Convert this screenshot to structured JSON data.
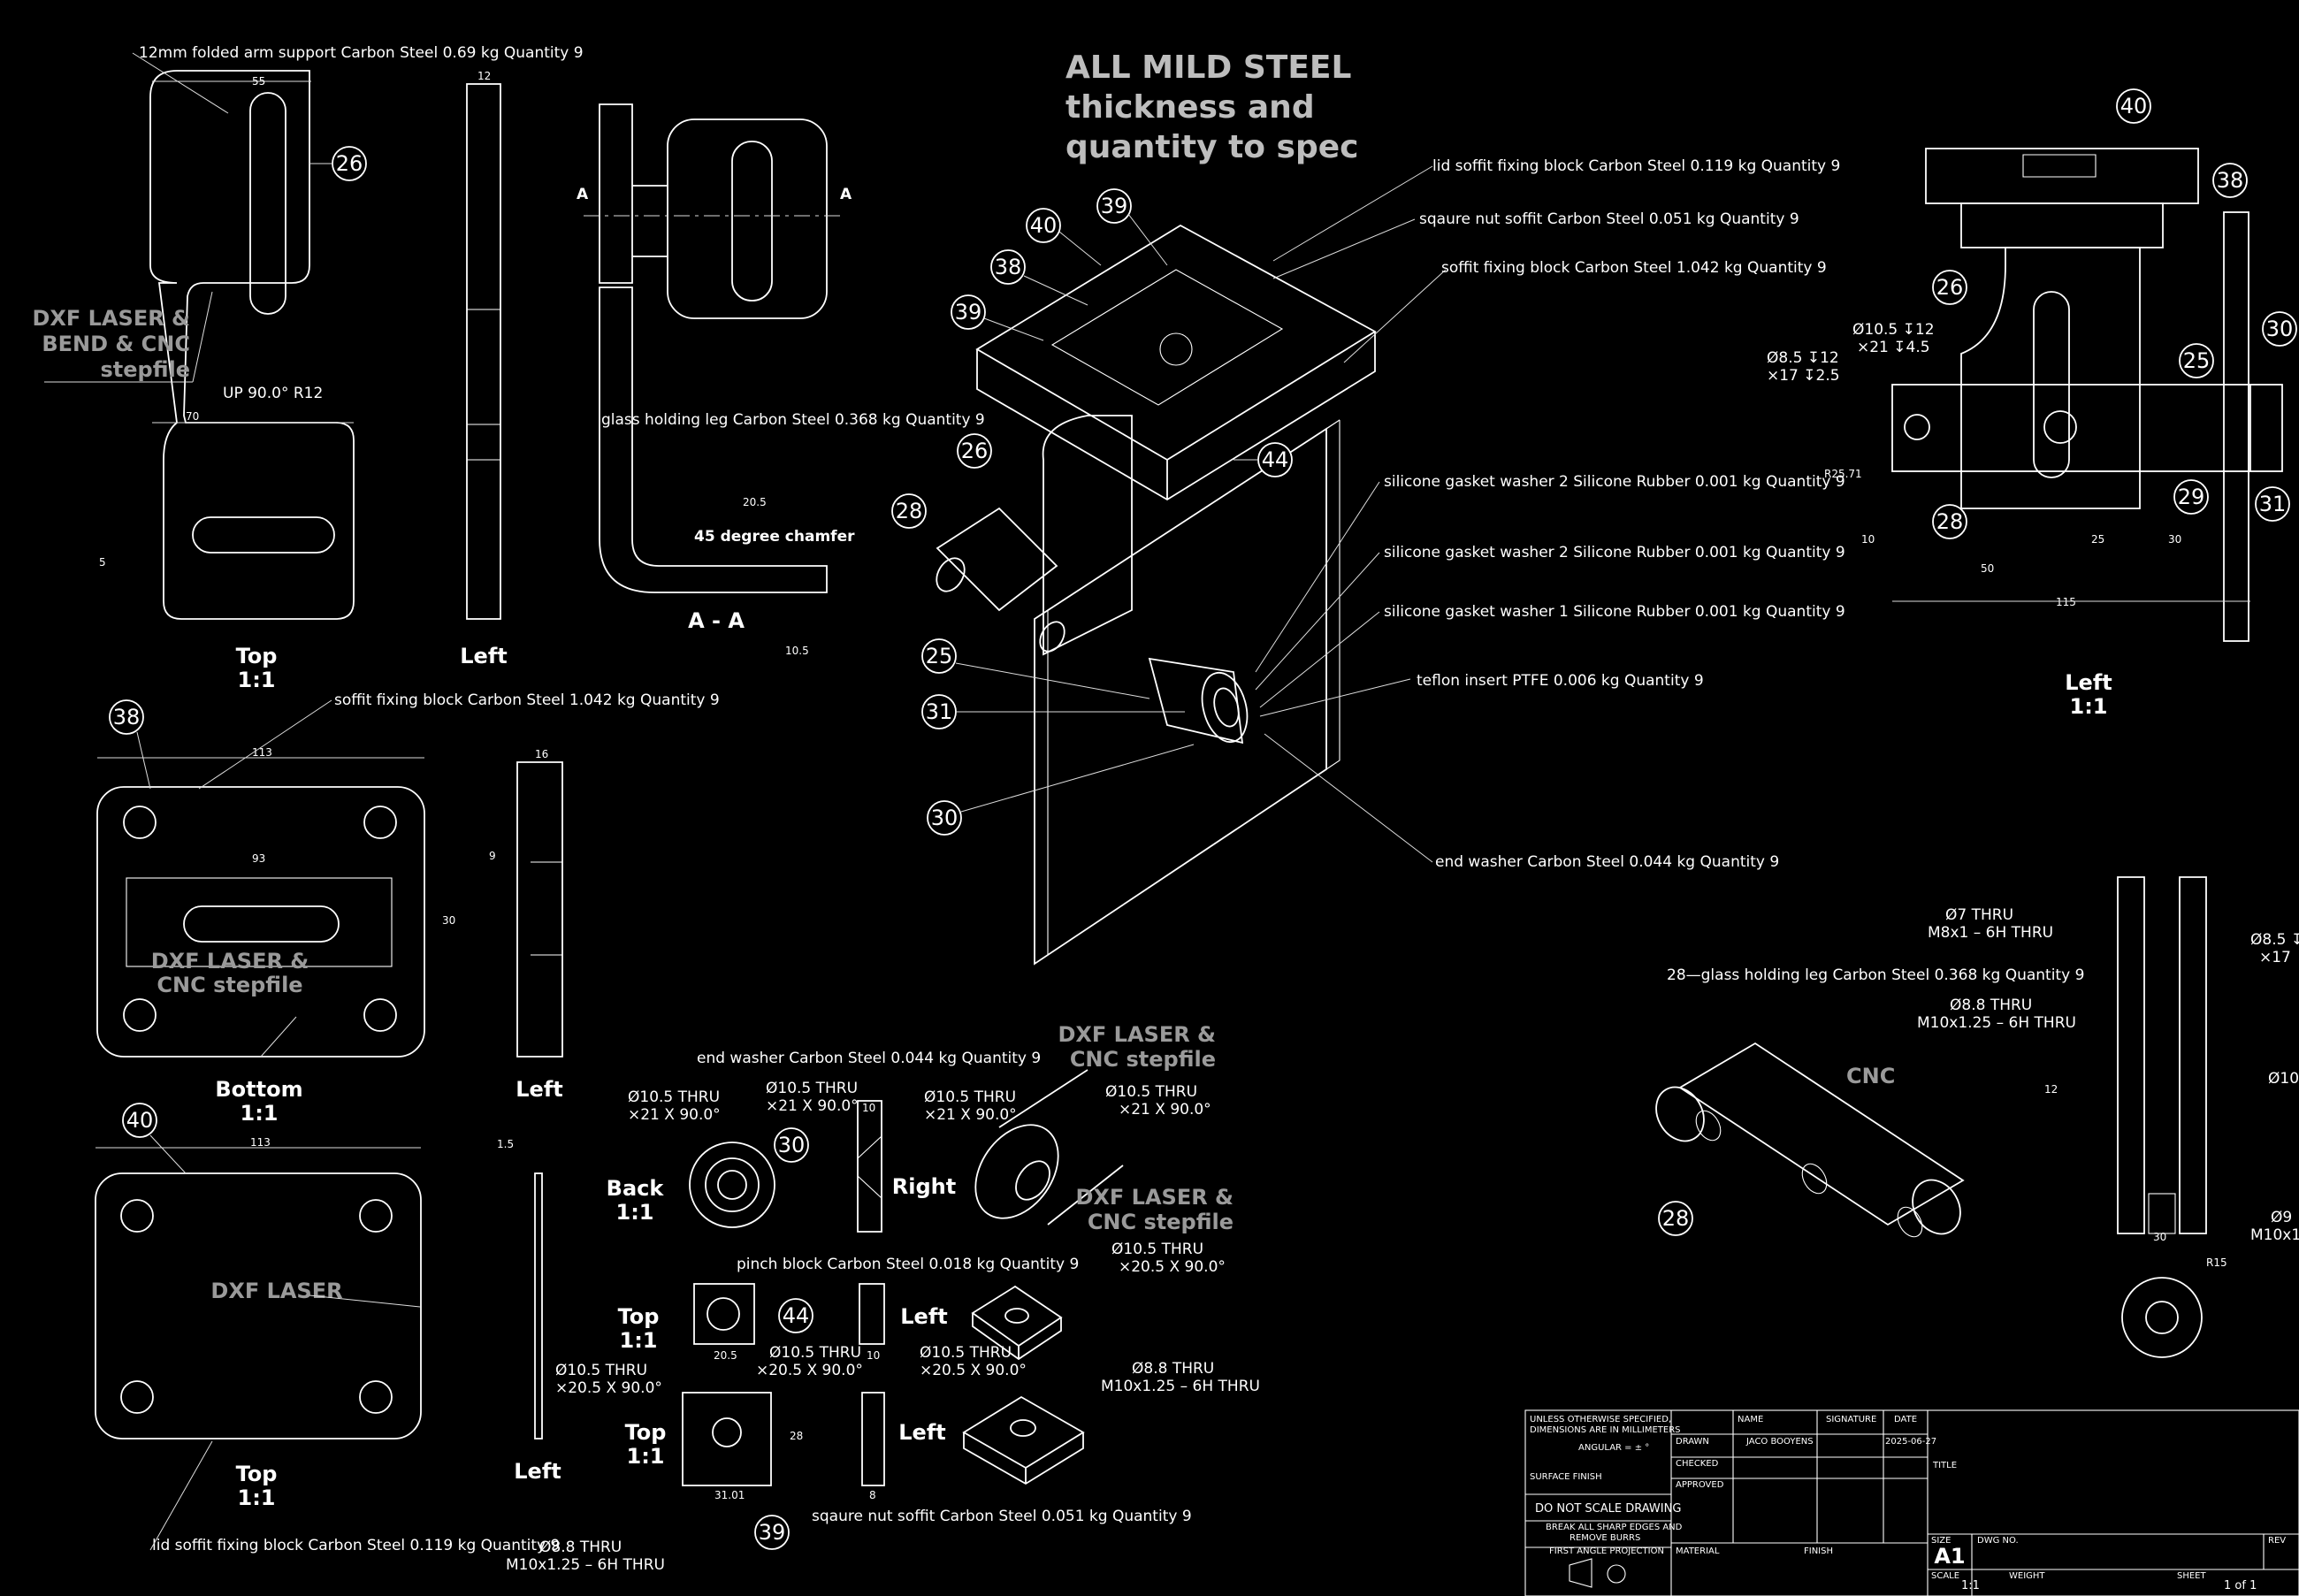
{
  "note": {
    "line1": "ALL MILD STEEL",
    "line2": "thickness and",
    "line3": "quantity to spec"
  },
  "parts": {
    "folded_arm": "12mm folded arm support  Carbon Steel  0.69 kg  Quantity 9",
    "glass_leg": "glass holding leg  Carbon Steel  0.368 kg  Quantity 9",
    "lid_block": "lid soffit fixing block  Carbon Steel  0.119 kg  Quantity 9",
    "square_nut": "sqaure nut soffit  Carbon Steel  0.051 kg  Quantity 9",
    "soffit_block": "soffit fixing block  Carbon Steel  1.042 kg  Quantity 9",
    "gasket2a": "silicone gasket washer 2  Silicone Rubber  0.001 kg  Quantity 9",
    "gasket2b": "silicone gasket washer 2  Silicone Rubber  0.001 kg  Quantity 9",
    "gasket1": "silicone gasket washer 1  Silicone Rubber  0.001 kg  Quantity 9",
    "teflon": "teflon insert  PTFE  0.006 kg  Quantity 9",
    "end_washer": "end washer  Carbon Steel  0.044 kg  Quantity 9",
    "pinch_block": "pinch block  Carbon Steel  0.018 kg  Quantity 9",
    "glass_leg_28": "28—glass holding leg  Carbon Steel  0.368 kg  Quantity 9"
  },
  "process": {
    "laser_bend": [
      "DXF LASER &",
      "BEND & CNC",
      "stepfile"
    ],
    "laser_cnc": [
      "DXF LASER &",
      "CNC stepfile"
    ],
    "laser": "DXF LASER",
    "cnc": "CNC"
  },
  "views": {
    "top": "Top",
    "left": "Left",
    "right": "Right",
    "back": "Back",
    "bottom": "Bottom",
    "section": "A - A",
    "scale": "1:1",
    "section_letter": "A"
  },
  "balloons": [
    "26",
    "38",
    "39",
    "40",
    "44",
    "28",
    "25",
    "31",
    "30",
    "29"
  ],
  "dims": {
    "d55": "55",
    "d12": "12",
    "d70": "70",
    "d5": "5",
    "bend": "UP 90.0° R12",
    "d20_5": "20.5",
    "d10_5": "10.5",
    "chamfer": "45 degree chamfer",
    "d113": "113",
    "d93": "93",
    "d30": "30",
    "d16": "16",
    "d9": "9",
    "d1_5": "1.5",
    "d10": "10",
    "d31_01": "31.01",
    "d28": "28",
    "d8": "8",
    "d50": "50",
    "d25": "25",
    "d115": "115",
    "r25": "R25.71",
    "r15": "R15",
    "h10_5_thru": "Ø10.5 THRU",
    "cs21": "×21 X 90.0°",
    "cs20": "×20.5 X 90.0°",
    "h8_8_thru": "Ø8.8 THRU",
    "m10": "M10x1.25 – 6H THRU",
    "h7_thru": "Ø7 THRU",
    "m8": "M8x1 – 6H THRU",
    "h10_5_12": "Ø10.5 ↧12",
    "cb21": "×21 ↧4.5",
    "h8_5_12": "Ø8.5 ↧12",
    "cb17": "×17 ↧2.5",
    "h8_5": "Ø8.5 ↧",
    "cb17b": "×17",
    "h10": "Ø10",
    "h9": "Ø9",
    "m10b": "M10x1."
  },
  "title_block": {
    "general": "UNLESS OTHERWISE SPECIFIED,",
    "general2": "DIMENSIONS ARE IN MILLIMETERS",
    "angular": "ANGULAR = ± °",
    "surface": "SURFACE FINISH",
    "no_scale": "DO NOT SCALE DRAWING",
    "edges": "BREAK ALL SHARP EDGES AND",
    "edges2": "REMOVE BURRS",
    "projection": "FIRST ANGLE PROJECTION",
    "name": "NAME",
    "signature": "SIGNATURE",
    "date": "DATE",
    "drawn": "DRAWN",
    "drawn_by": "JACO BOOYENS",
    "drawn_date": "2025-06-27",
    "checked": "CHECKED",
    "approved": "APPROVED",
    "material": "MATERIAL",
    "finish": "FINISH",
    "title": "TITLE",
    "size": "SIZE",
    "size_val": "A1",
    "dwg_no": "DWG NO.",
    "rev": "REV",
    "scale": "SCALE",
    "scale_val": "1:1",
    "weight": "WEIGHT",
    "sheet": "SHEET",
    "sheet_val": "1 of 1"
  }
}
